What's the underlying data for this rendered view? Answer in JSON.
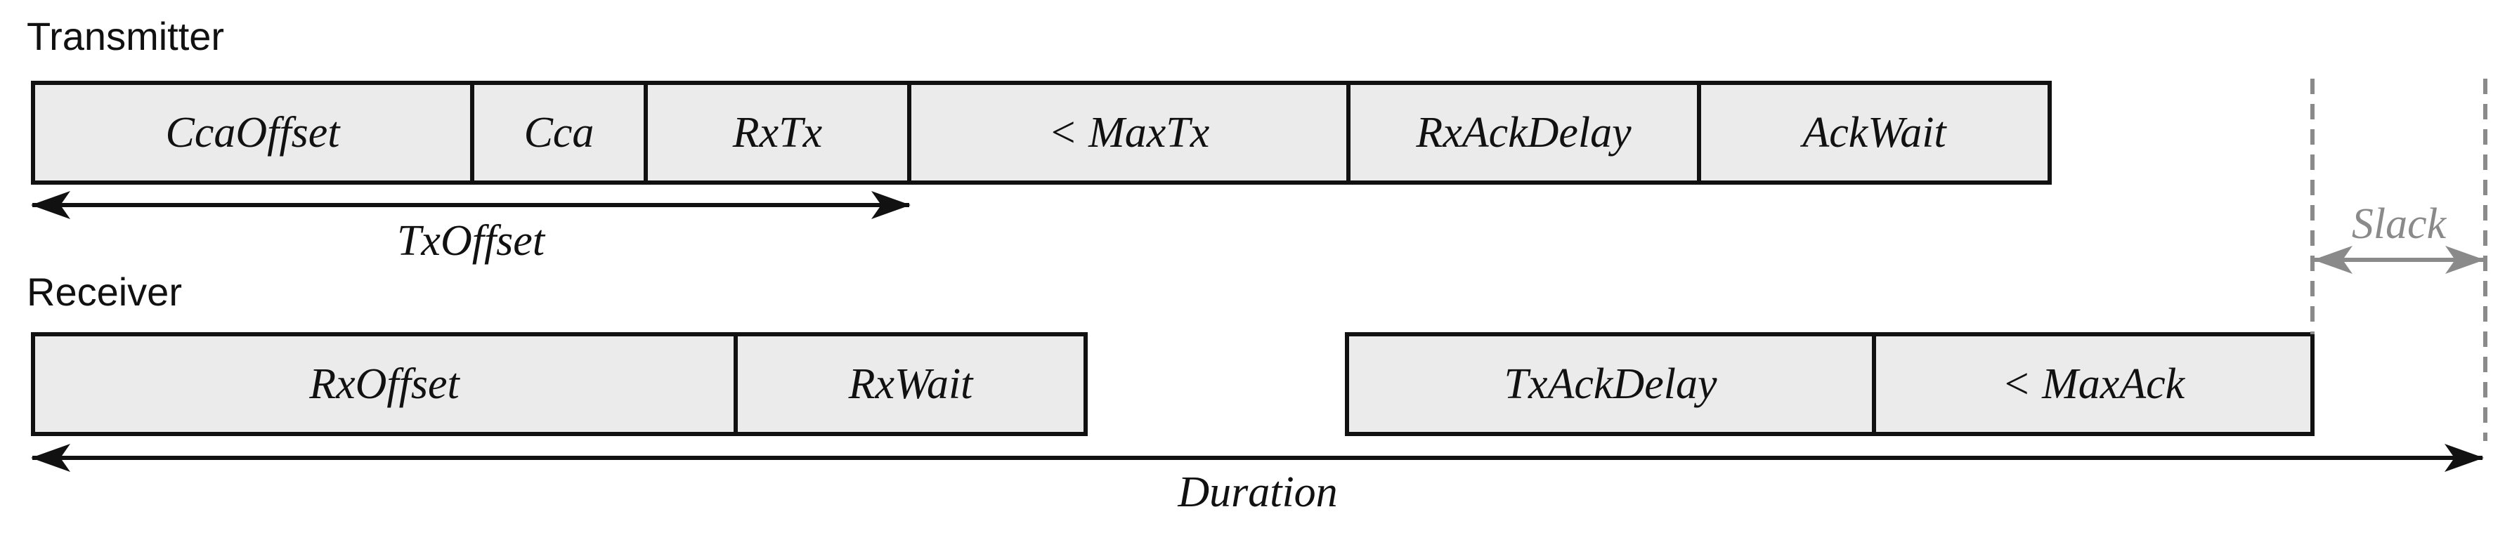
{
  "transmitter": {
    "title": "Transmitter",
    "blocks": [
      {
        "label": "CcaOffset"
      },
      {
        "label": "Cca"
      },
      {
        "label": "RxTx"
      },
      {
        "label": "< MaxTx"
      },
      {
        "label": "RxAckDelay"
      },
      {
        "label": "AckWait"
      }
    ],
    "offset_label": "TxOffset"
  },
  "receiver": {
    "title": "Receiver",
    "blocks": [
      {
        "label": "RxOffset"
      },
      {
        "label": "RxWait"
      },
      {
        "label": "TxAckDelay"
      },
      {
        "label": "< MaxAck"
      }
    ]
  },
  "slack_label": "Slack",
  "duration_label": "Duration",
  "colors": {
    "block_fill": "#ebebeb",
    "line": "#111111",
    "slack": "#8a8a8a"
  }
}
